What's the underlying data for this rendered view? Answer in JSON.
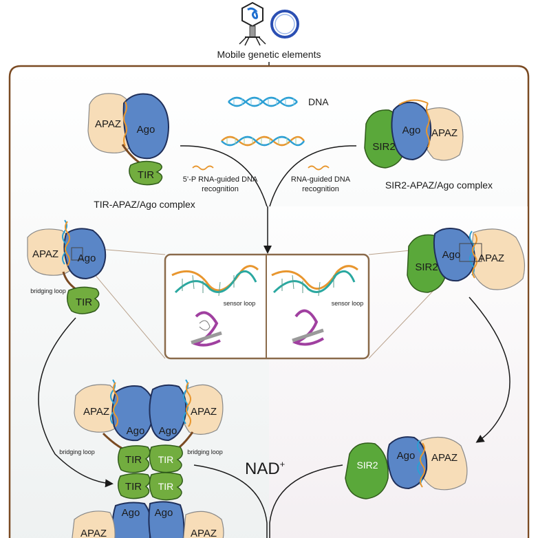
{
  "source": {
    "label": "Mobile genetic elements"
  },
  "dna": {
    "label": "DNA"
  },
  "left_complex": {
    "caption": "TIR-APAZ/Ago complex",
    "apaz": "APAZ",
    "ago": "Ago",
    "tir": "TIR",
    "bridging_loop": "bridging loop"
  },
  "right_complex": {
    "caption": "SIR2-APAZ/Ago complex",
    "apaz": "APAZ",
    "ago": "Ago",
    "sir2": "SIR2"
  },
  "recognition": {
    "left_line1": "5’-P RNA-guided DNA",
    "left_line2": "recognition",
    "right_line1": "RNA-guided DNA",
    "right_line2": "recognition"
  },
  "zoom": {
    "sensor_loop_left": "sensor loop",
    "sensor_loop_right": "sensor loop"
  },
  "tetramer": {
    "apaz": "APAZ",
    "ago": "Ago",
    "tir": "TIR",
    "bridging_loop_left": "bridging loop",
    "bridging_loop_right": "bridging loop"
  },
  "nad": {
    "text": "NAD",
    "sup": "+"
  },
  "colors": {
    "apaz": "#f7ddb8",
    "ago": "#5a86c7",
    "tir": "#72ad3f",
    "sir2": "#5aa83a",
    "frame": "#7a4a22",
    "dna_blue": "#2b9fd4",
    "dna_orange": "#e8962e"
  }
}
